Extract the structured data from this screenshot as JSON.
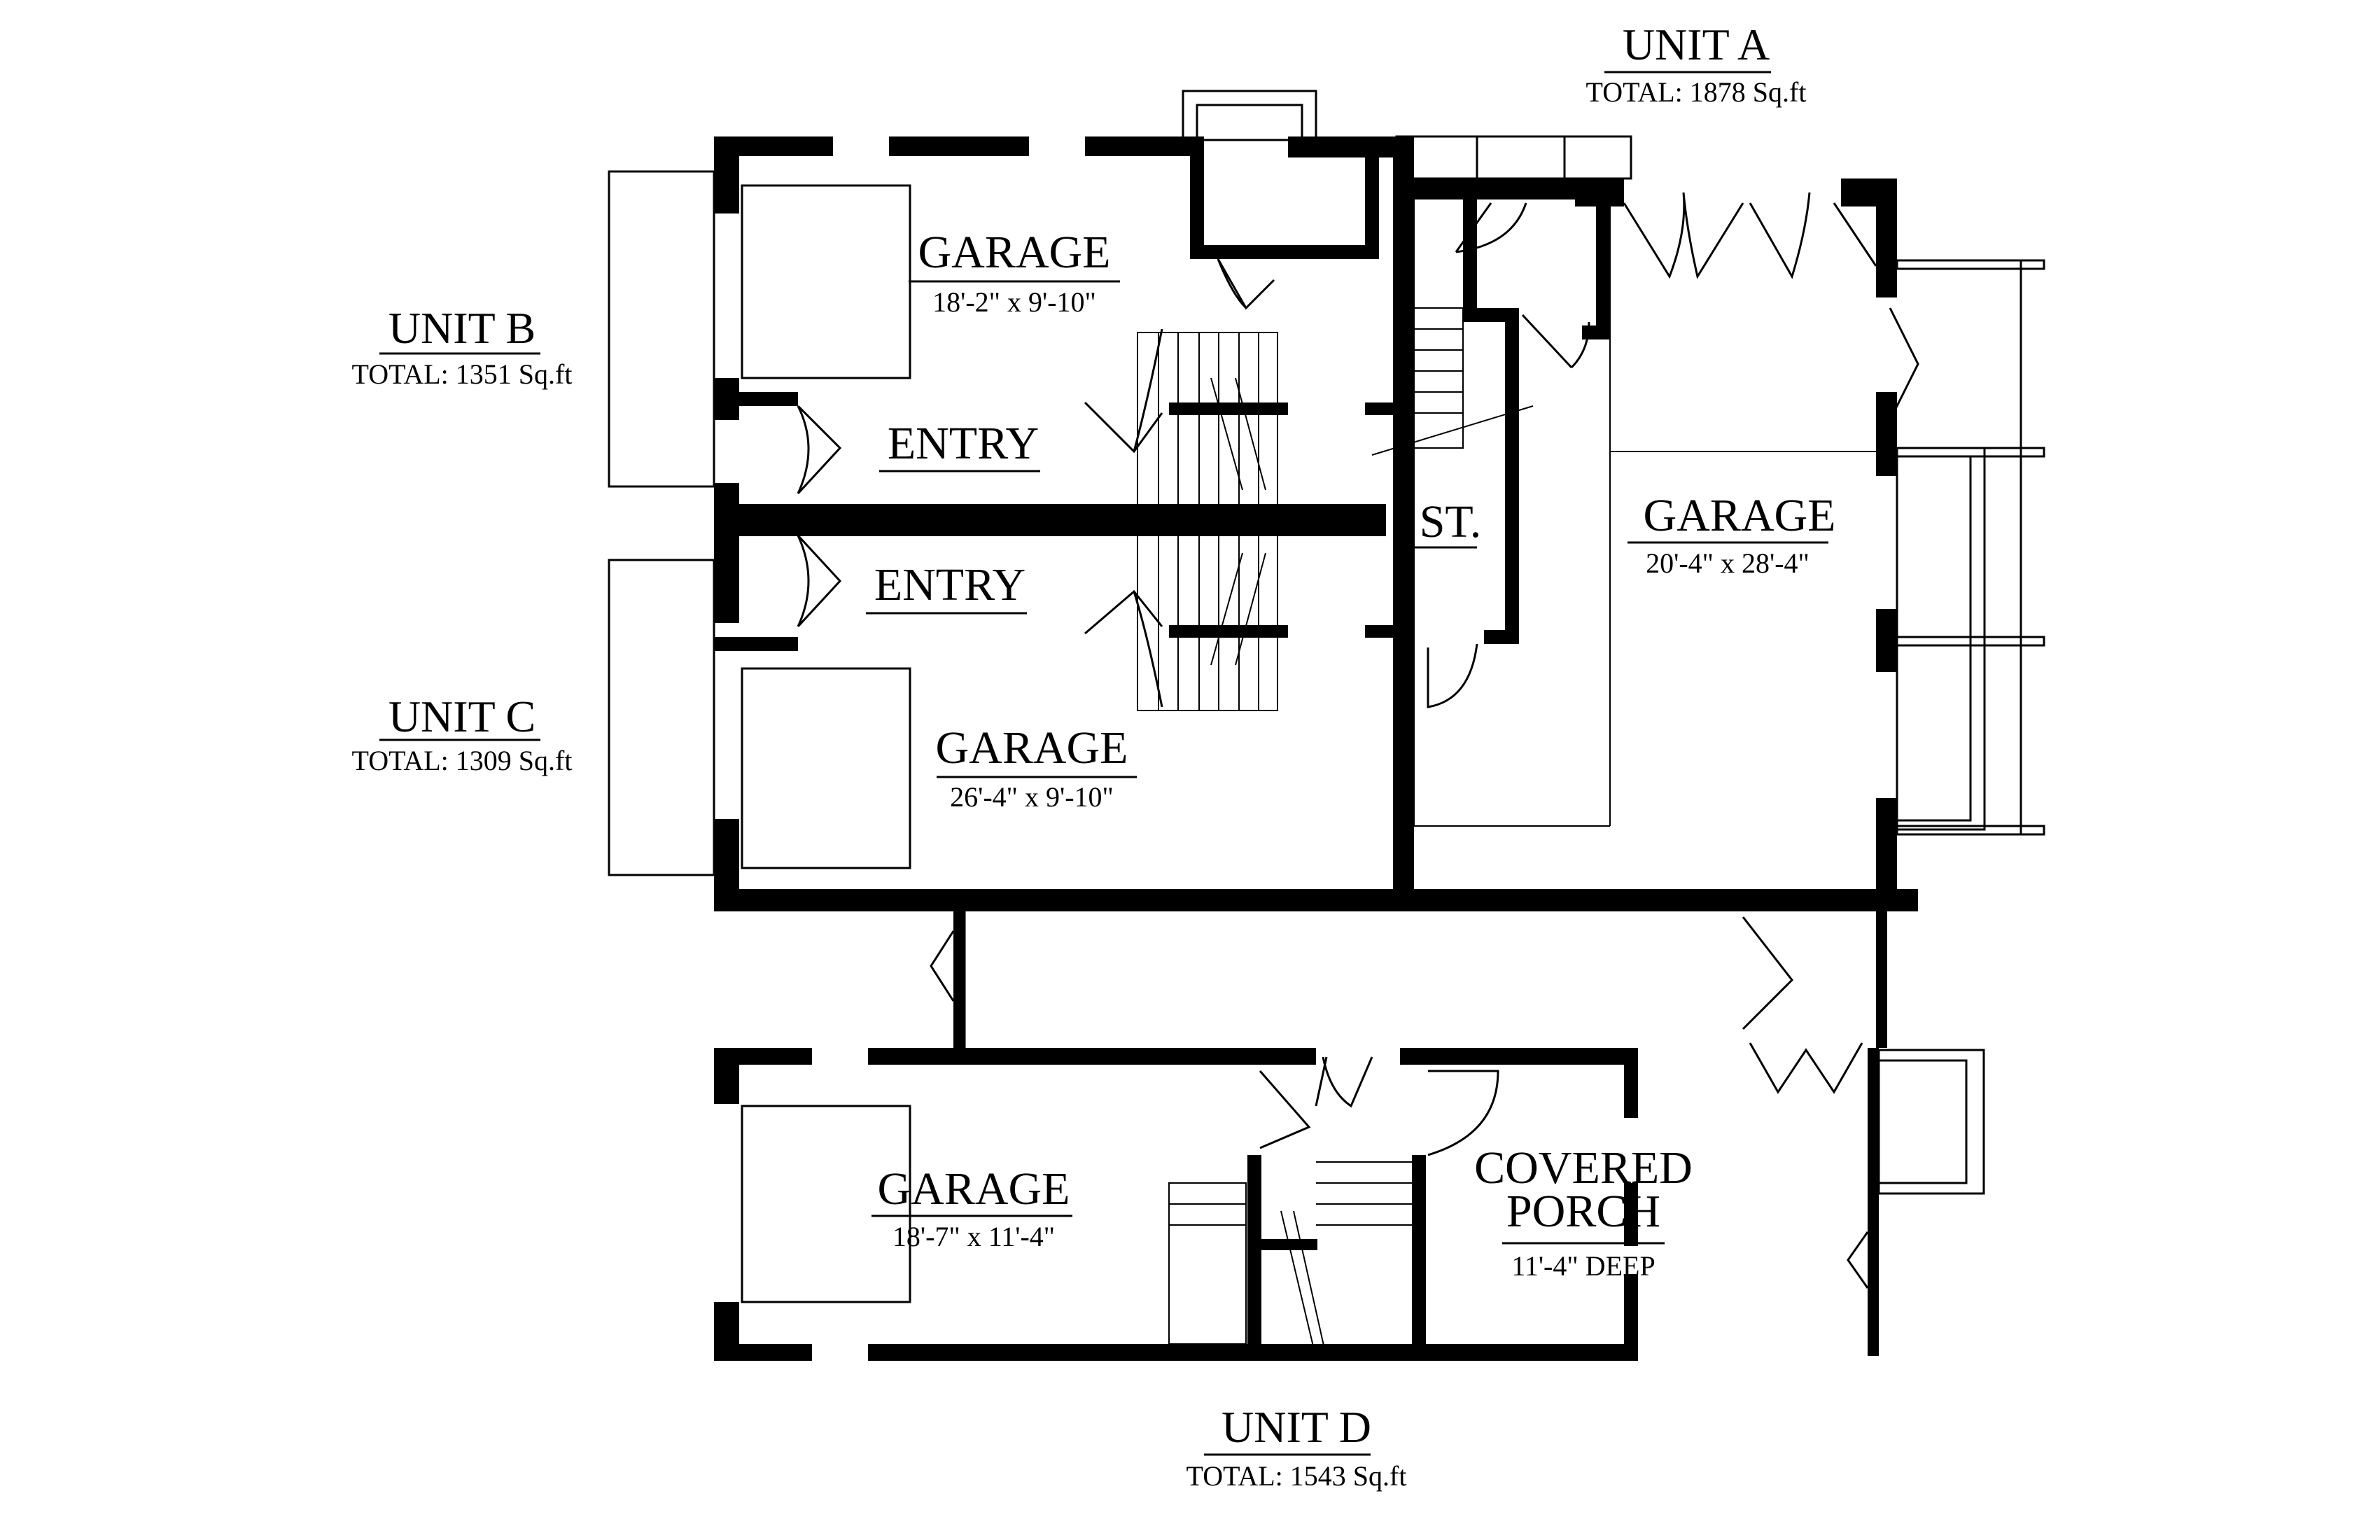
{
  "drawing": {
    "type": "floor plan",
    "colors": {
      "walls": "#000000",
      "background": "#ffffff"
    }
  },
  "units": [
    {
      "id": "A",
      "name": "UNIT A",
      "total": "TOTAL: 1878 Sq.ft"
    },
    {
      "id": "B",
      "name": "UNIT B",
      "total": "TOTAL: 1351 Sq.ft"
    },
    {
      "id": "C",
      "name": "UNIT C",
      "total": "TOTAL: 1309 Sq.ft"
    },
    {
      "id": "D",
      "name": "UNIT D",
      "total": "TOTAL: 1543 Sq.ft"
    }
  ],
  "rooms": {
    "unit_b_garage": {
      "name": "GARAGE",
      "dims": "18'-2\" x 9'-10\""
    },
    "unit_b_entry": {
      "name": "ENTRY"
    },
    "unit_c_entry": {
      "name": "ENTRY"
    },
    "unit_c_garage": {
      "name": "GARAGE",
      "dims": "26'-4\" x 9'-10\""
    },
    "unit_a_storage": {
      "name": "ST."
    },
    "unit_a_garage": {
      "name": "GARAGE",
      "dims": "20'-4\" x 28'-4\""
    },
    "unit_d_garage": {
      "name": "GARAGE",
      "dims": "18'-7\" x 11'-4\""
    },
    "unit_d_porch": {
      "name_line1": "COVERED",
      "name_line2": "PORCH",
      "dims": "11'-4\" DEEP"
    }
  }
}
